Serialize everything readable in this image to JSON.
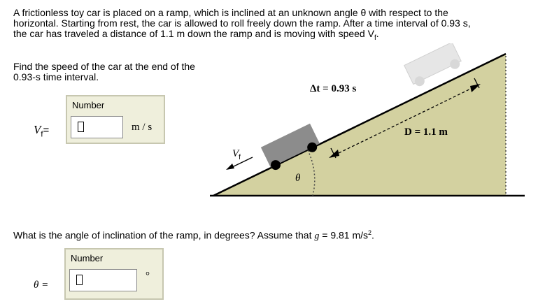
{
  "problem": {
    "line1": "A frictionless toy car is placed on a ramp, which is inclined at an unknown angle θ with respect to the",
    "line2": "horizontal. Starting from rest, the car is allowed to roll freely down the ramp. After a time interval of 0.93 s,",
    "line3": "the car has traveled a distance of 1.1 m down the ramp and is moving with speed V",
    "line3_sub": "f",
    "line3_end": "."
  },
  "question1": {
    "text": "Find the speed of the car at the end of the 0.93-s time interval.",
    "var": "V",
    "var_sub": "f",
    "equals": "=",
    "box_label": "Number",
    "input_value": "",
    "unit": "m / s"
  },
  "diagram": {
    "dt_label": "Δt = 0.93  s",
    "d_label": "D = 1.1   m",
    "v_label": "V",
    "v_sub": "f",
    "theta_label": "θ",
    "colors": {
      "ramp": "#d3d1a0",
      "car_dark": "#8c8c8c",
      "car_light": "#e6e6e6"
    }
  },
  "question2": {
    "text_before": "What is the angle of inclination of the ramp, in degrees? Assume that ",
    "g_symbol": "g",
    "text_mid": " = 9.81 m/s",
    "superscript": "2",
    "text_end": ".",
    "var": "θ =",
    "box_label": "Number",
    "input_value": "",
    "unit": "°"
  }
}
